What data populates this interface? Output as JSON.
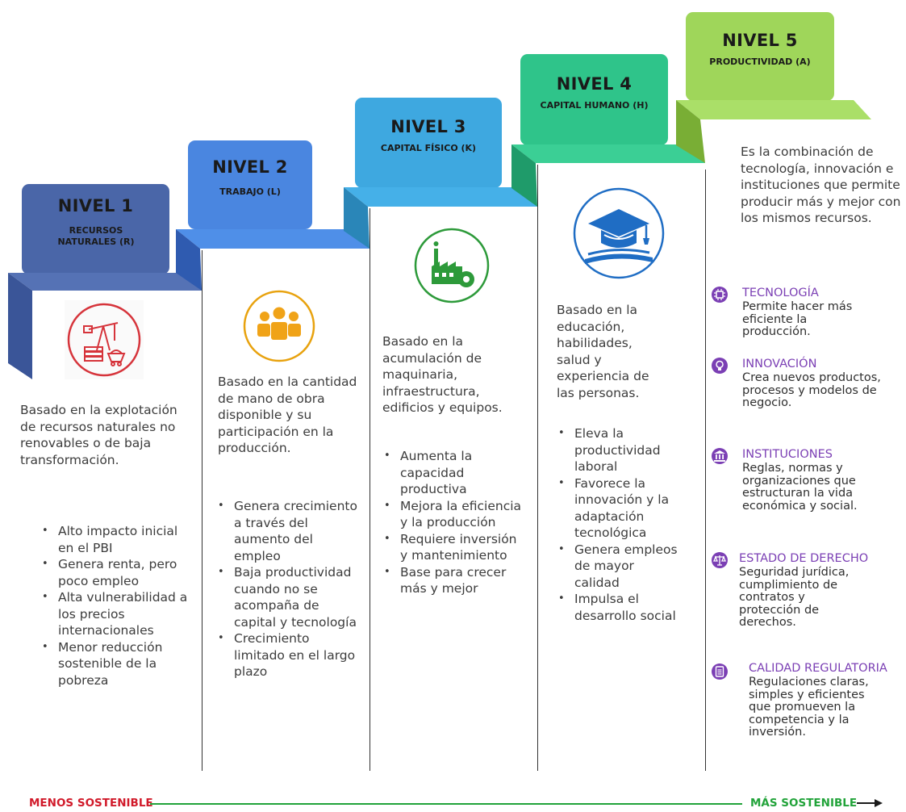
{
  "levels": [
    {
      "level": "NIVEL 1",
      "name": "RECURSOS NATURALES (R)",
      "icon": "oil-pump-mining-icon",
      "color": "#4a66a8",
      "description": "Basado en la explotación de recursos naturales no renovables o de baja transformación.",
      "points": [
        "Alto impacto inicial en el PBI",
        "Genera renta, pero poco empleo",
        "Alta vulnerabilidad a los precios internacionales",
        "Menor reducción sostenible de la pobreza"
      ]
    },
    {
      "level": "NIVEL 2",
      "name": "TRABAJO (L)",
      "icon": "people-group-icon",
      "color": "#4a86e0",
      "description": "Basado en la cantidad de mano de obra disponible y su participación en la producción.",
      "points": [
        "Genera crecimiento a través del aumento del empleo",
        "Baja productividad cuando no se acompaña de capital y tecnología",
        "Crecimiento limitado en el largo plazo"
      ]
    },
    {
      "level": "NIVEL 3",
      "name": "CAPITAL FÍSICO (K)",
      "icon": "factory-gear-icon",
      "color": "#3ea8e0",
      "description": "Basado en la acumulación de maquinaria, infraestructura, edificios y equipos.",
      "points": [
        "Aumenta la capacidad productiva",
        "Mejora la eficiencia y la producción",
        "Requiere inversión y mantenimiento",
        "Base para crecer más y mejor"
      ]
    },
    {
      "level": "NIVEL 4",
      "name": "CAPITAL HUMANO (H)",
      "icon": "graduation-cap-icon",
      "color": "#2fc48a",
      "description": "Basado en la educación, habilidades, salud y experiencia de las personas.",
      "points": [
        "Eleva la productividad laboral",
        "Favorece la innovación y la adaptación tecnológica",
        "Genera empleos de mayor calidad",
        "Impulsa el desarrollo social"
      ]
    },
    {
      "level": "NIVEL 5",
      "name": "PRODUCTIVIDAD (A)",
      "color": "#9fd65a",
      "description": "Es la combinación de tecnología, innovación e instituciones que permite producir más y mejor con los mismos recursos.",
      "items": [
        {
          "icon": "chip-icon",
          "title": "TECNOLOGÍA",
          "text": "Permite hacer más eficiente la producción."
        },
        {
          "icon": "lightbulb-icon",
          "title": "INNOVACIÓN",
          "text": "Crea nuevos productos, procesos y modelos de negocio."
        },
        {
          "icon": "institution-building-icon",
          "title": "INSTITUCIONES",
          "text": "Reglas, normas y organizaciones que estructuran la vida económica y social."
        },
        {
          "icon": "scales-icon",
          "title": "ESTADO DE DERECHO",
          "text": "Seguridad jurídica, cumplimiento de contratos y protección de derechos."
        },
        {
          "icon": "clipboard-icon",
          "title": "CALIDAD REGULATORIA",
          "text": "Regulaciones claras, simples y eficientes que promueven la competencia y la inversión."
        }
      ]
    }
  ],
  "footer": {
    "left": "MENOS SOSTENIBLE",
    "right": "MÁS SOSTENIBLE",
    "left_color": "#d11a2a",
    "right_color": "#22a33a"
  }
}
